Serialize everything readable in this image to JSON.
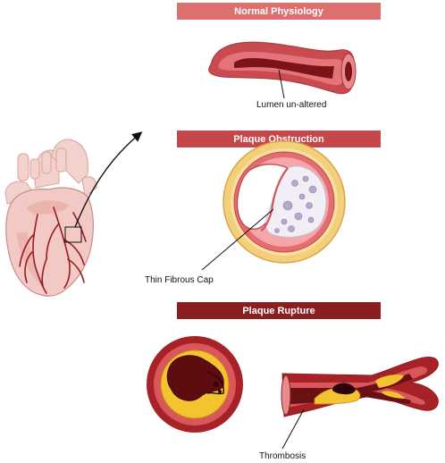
{
  "panels": {
    "normal": {
      "title": "Normal Physiology",
      "annotation": "Lumen un-altered"
    },
    "obstruction": {
      "title": "Plaque Obstruction",
      "annotation": "Thin Fibrous Cap"
    },
    "rupture": {
      "title": "Plaque Rupture",
      "annotation": "Thrombosis"
    }
  },
  "colors": {
    "banner_normal": "#de6f6f",
    "banner_obstruction": "#c6474a",
    "banner_rupture": "#8a1f22",
    "vessel_wall": "#c94a4f",
    "lumen_blood": "#7a1418",
    "plaque_yellow": "#f4c430",
    "heart_tissue": "#f2c9c4",
    "coronary_artery": "#9b1c20"
  }
}
